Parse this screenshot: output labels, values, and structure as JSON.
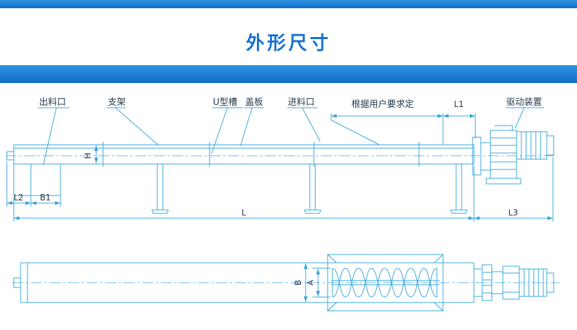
{
  "header": {
    "title": "外形尺寸"
  },
  "colors": {
    "bar_blue_start": "#2e93e0",
    "bar_blue_end": "#146cc8",
    "title_blue": "#1571d2",
    "line_blue": "#35a5da",
    "label_color": "#25394e"
  },
  "diagram": {
    "labels": {
      "outlet": "出料口",
      "support": "支架",
      "u_trough": "U型槽",
      "cover_plate": "盖板",
      "inlet": "进料口",
      "per_user_requirement": "根据用户要求定",
      "drive_unit": "驱动装置"
    },
    "dimensions": {
      "h": "H",
      "l": "L",
      "l1": "L1",
      "l2": "L2",
      "l3": "L3",
      "b1": "B1",
      "a": "A",
      "b": "B"
    }
  }
}
